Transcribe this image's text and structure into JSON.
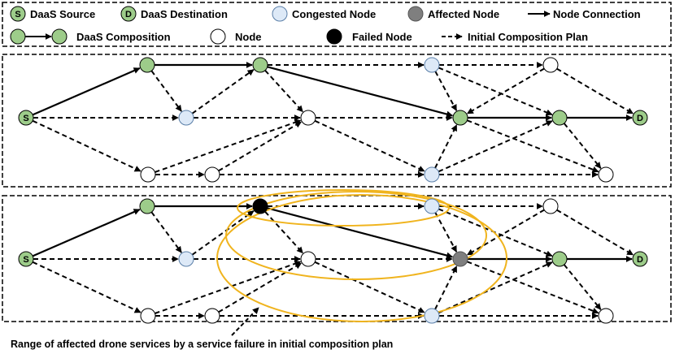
{
  "legend": {
    "source": "DaaS Source",
    "destination": "DaaS Destination",
    "congested": "Congested Node",
    "affected": "Affected Node",
    "connection": "Node Connection",
    "composition": "DaaS Composition",
    "node": "Node",
    "failed": "Failed Node",
    "initial_plan": "Initial Composition Plan"
  },
  "symbols": {
    "source": "S",
    "destination": "D"
  },
  "caption": "Range of affected drone services by a service failure in initial composition plan",
  "colors": {
    "green": "#9dcc8a",
    "congested": "#dde9f7",
    "affected": "#7f7f7f",
    "failed": "#000000",
    "range": "#f0b41e"
  }
}
